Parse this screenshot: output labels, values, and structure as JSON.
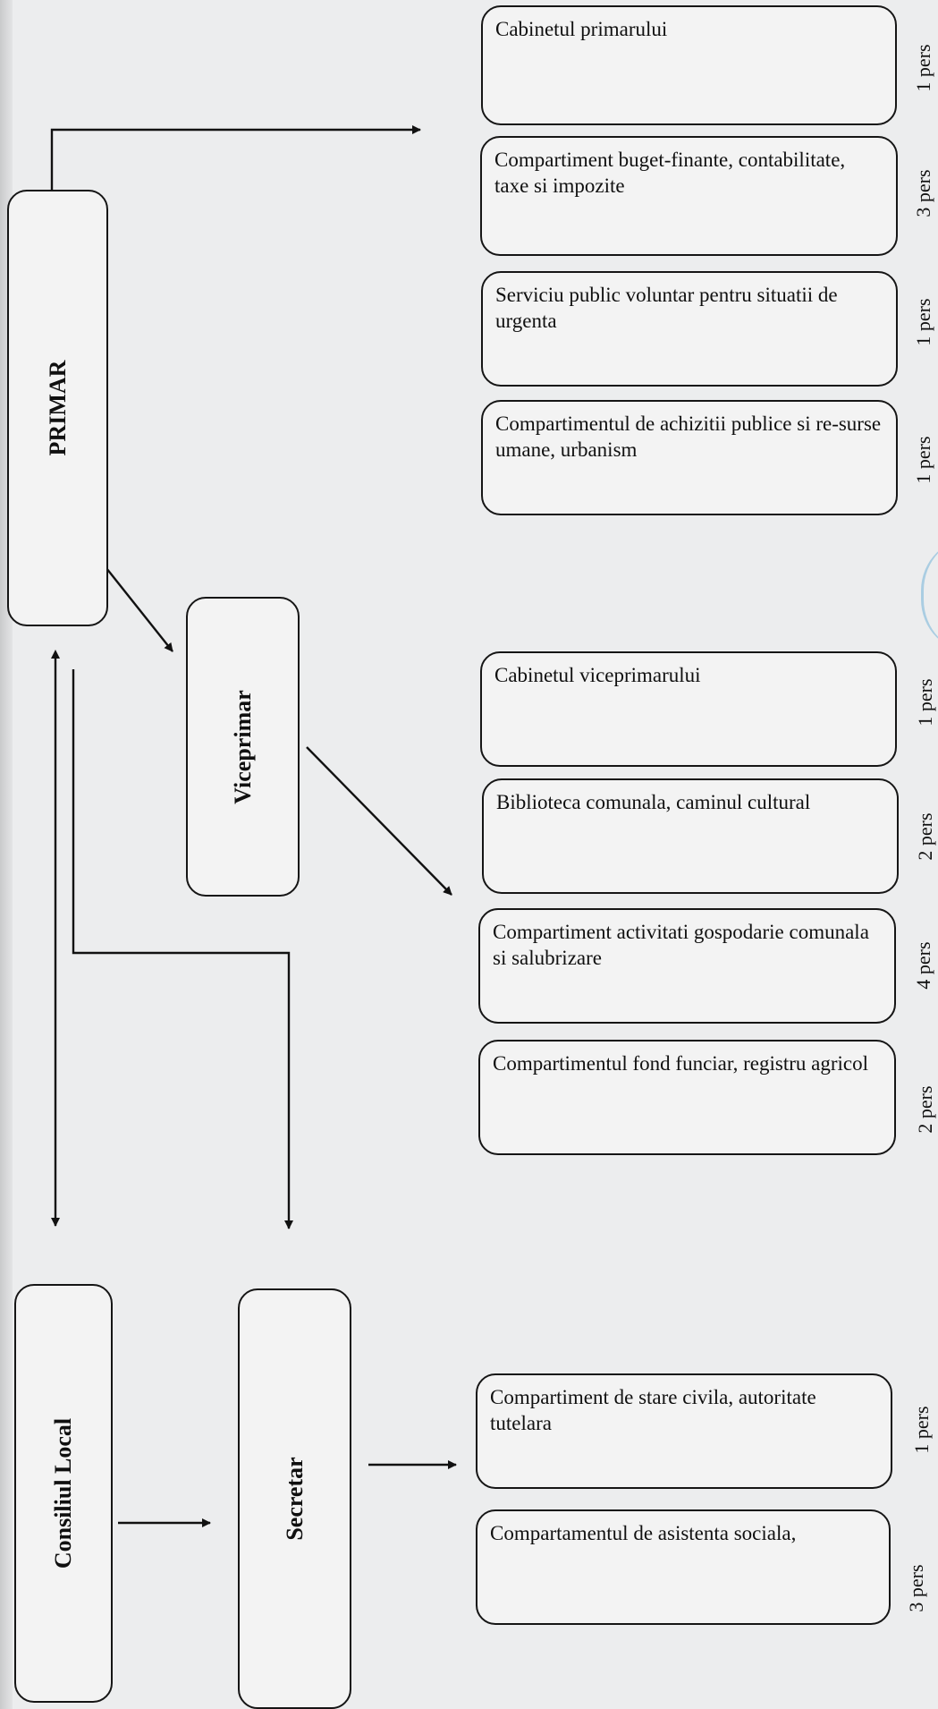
{
  "leadership": {
    "primar": "PRIMAR",
    "viceprimar": "Viceprimar",
    "consiliul_local": "Consiliul Local",
    "secretar": "Secretar"
  },
  "primar_departments": [
    {
      "label": "Cabinetul primarului",
      "staff": "1 pers"
    },
    {
      "label": "Compartiment buget-finante, contabilitate, taxe si impozite",
      "staff": "3 pers"
    },
    {
      "label": "Serviciu public voluntar pentru situatii de urgenta",
      "staff": "1 pers"
    },
    {
      "label": "Compartimentul de achizitii publice si re-surse umane, urbanism",
      "staff": "1 pers"
    }
  ],
  "viceprimar_departments": [
    {
      "label": "Cabinetul viceprimarului",
      "staff": "1 pers"
    },
    {
      "label": "Biblioteca comunala, caminul cultural",
      "staff": "2 pers"
    },
    {
      "label": "Compartiment activitati gospodarie comunala si salubrizare",
      "staff": "4 pers"
    },
    {
      "label": "Compartimentul fond funciar, registru agricol",
      "staff": "2 pers"
    }
  ],
  "secretar_departments": [
    {
      "label": "Compartiment de stare civila, autoritate tutelara",
      "staff": "1 pers"
    },
    {
      "label": "Compartamentul de asistenta sociala,",
      "staff": "3 pers"
    }
  ]
}
